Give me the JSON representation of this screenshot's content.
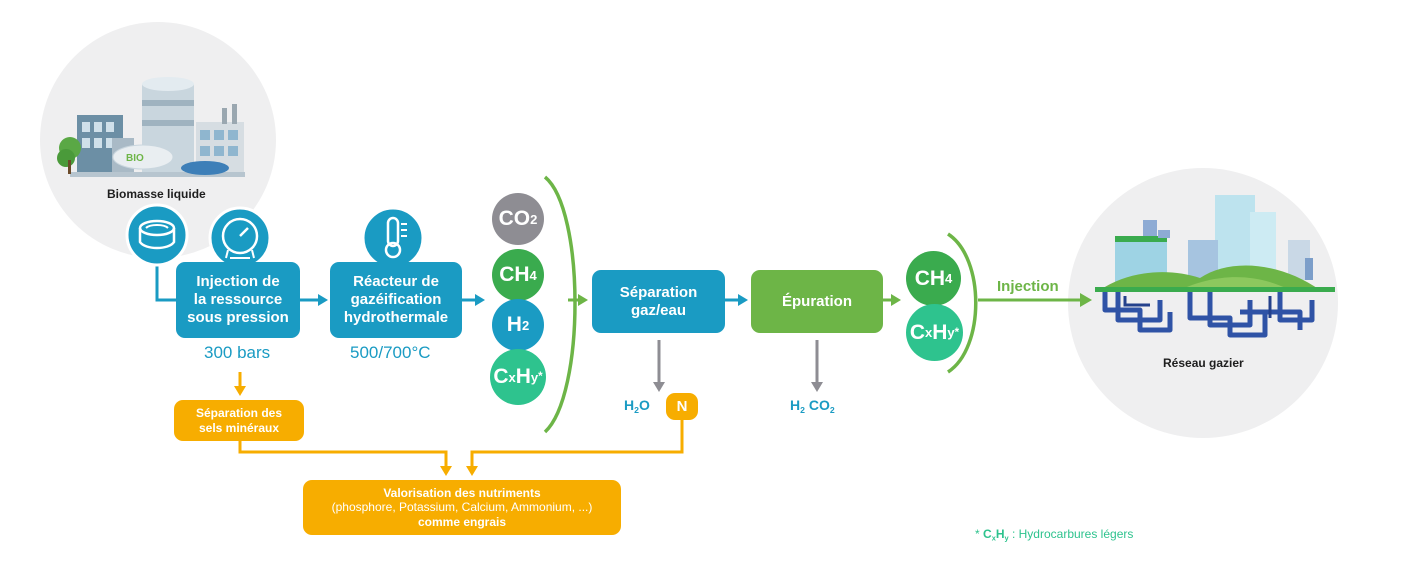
{
  "source": {
    "label": "Biomasse liquide"
  },
  "steps": {
    "injection": {
      "lines": [
        "Injection de",
        "la ressource",
        "sous pression"
      ],
      "condition": "300 bars"
    },
    "reactor": {
      "lines": [
        "Réacteur de",
        "gazéification",
        "hydrothermale"
      ],
      "condition": "500/700°C"
    },
    "separation": {
      "lines": [
        "Séparation",
        "gaz/eau"
      ]
    },
    "purification": {
      "label": "Épuration"
    }
  },
  "gases_out_reactor": [
    {
      "base": "CO",
      "sub": "2",
      "color": "#8e8d93"
    },
    {
      "base": "CH",
      "sub": "4",
      "color": "#3aab4e"
    },
    {
      "base": "H",
      "sub": "2",
      "color": "#1a9bc3"
    },
    {
      "base": "C",
      "sub": "x",
      "base2": "H",
      "sub2": "y",
      "sup": "*",
      "color": "#2ec38e"
    }
  ],
  "gases_out_purification": [
    {
      "base": "CH",
      "sub": "4",
      "color": "#3aab4e"
    },
    {
      "base": "C",
      "sub": "x",
      "base2": "H",
      "sub2": "y",
      "sup": "*",
      "color": "#2ec38e"
    }
  ],
  "byproducts": {
    "separation": {
      "h": "H",
      "h_sub": "2",
      "o": "O",
      "n_badge": "N"
    },
    "purification": {
      "h": "H",
      "h_sub": "2",
      "co": "CO",
      "co_sub": "2"
    }
  },
  "minerals": {
    "lines": [
      "Séparation des",
      "sels minéraux"
    ]
  },
  "nutrients": {
    "title": "Valorisation des nutriments",
    "detail": "(phosphore, Potassium, Calcium, Ammonium, ...)",
    "footer": "comme engrais"
  },
  "injection_label": "Injection",
  "destination": {
    "label": "Réseau gazier"
  },
  "footnote": {
    "star": "*",
    "c": "C",
    "x": "x",
    "h": "H",
    "y": "y",
    "text": " : Hydrocarbures légers"
  },
  "illustration": {
    "factory_badge": "BIO"
  },
  "colors": {
    "blue": "#1a9bc3",
    "green": "#6db547",
    "orange": "#f7ad00",
    "grey": "#8e8d93",
    "navy": "#2f53a6"
  }
}
